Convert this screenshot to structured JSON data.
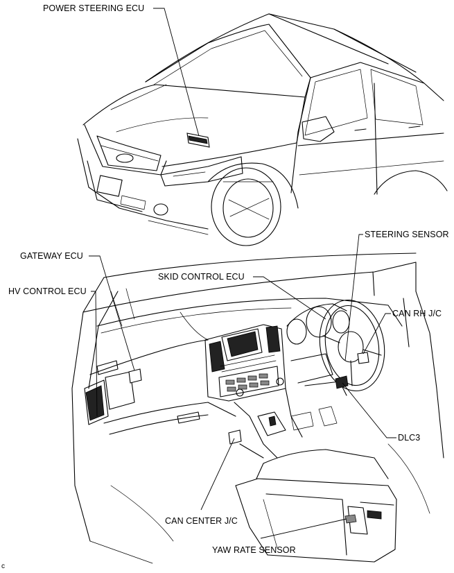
{
  "labels": {
    "power_steering_ecu": "POWER STEERING ECU",
    "steering_sensor": "STEERING SENSOR",
    "gateway_ecu": "GATEWAY ECU",
    "skid_control_ecu": "SKID CONTROL ECU",
    "hv_control_ecu": "HV CONTROL ECU",
    "can_rh_jc": "CAN RH J/C",
    "dlc3": "DLC3",
    "can_center_jc": "CAN CENTER J/C",
    "yaw_rate_sensor": "YAW RATE SENSOR",
    "corner_mark": "c"
  }
}
